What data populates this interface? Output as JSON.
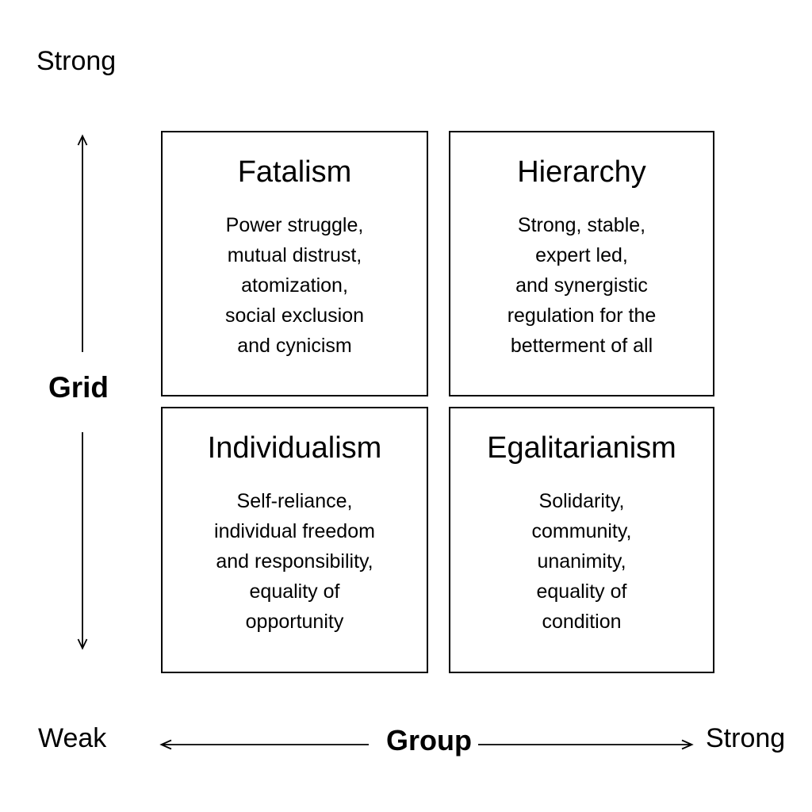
{
  "colors": {
    "background": "#ffffff",
    "text": "#000000",
    "border": "#000000"
  },
  "axis_labels": {
    "top_left": "Strong",
    "left": "Grid",
    "bottom_left": "Weak",
    "bottom_center": "Group",
    "bottom_right": "Strong"
  },
  "icons": {
    "up_arrow": "grid-axis-up-arrow",
    "down_arrow": "grid-axis-down-arrow",
    "left_arrow": "group-axis-left-arrow",
    "right_arrow": "group-axis-right-arrow"
  },
  "quadrants": [
    {
      "id": "fatalism",
      "title": "Fatalism",
      "lines": [
        "Power struggle,",
        "mutual distrust,",
        "atomization,",
        "social exclusion",
        "and cynicism"
      ]
    },
    {
      "id": "hierarchy",
      "title": "Hierarchy",
      "lines": [
        "Strong, stable,",
        "expert led,",
        "and synergistic",
        "regulation for the",
        "betterment of all"
      ]
    },
    {
      "id": "individualism",
      "title": "Individualism",
      "lines": [
        "Self-reliance,",
        "individual freedom",
        "and responsibility,",
        "equality of",
        "opportunity"
      ]
    },
    {
      "id": "egalitarianism",
      "title": "Egalitarianism",
      "lines": [
        "Solidarity,",
        "community,",
        "unanimity,",
        "equality of",
        "condition"
      ]
    }
  ]
}
